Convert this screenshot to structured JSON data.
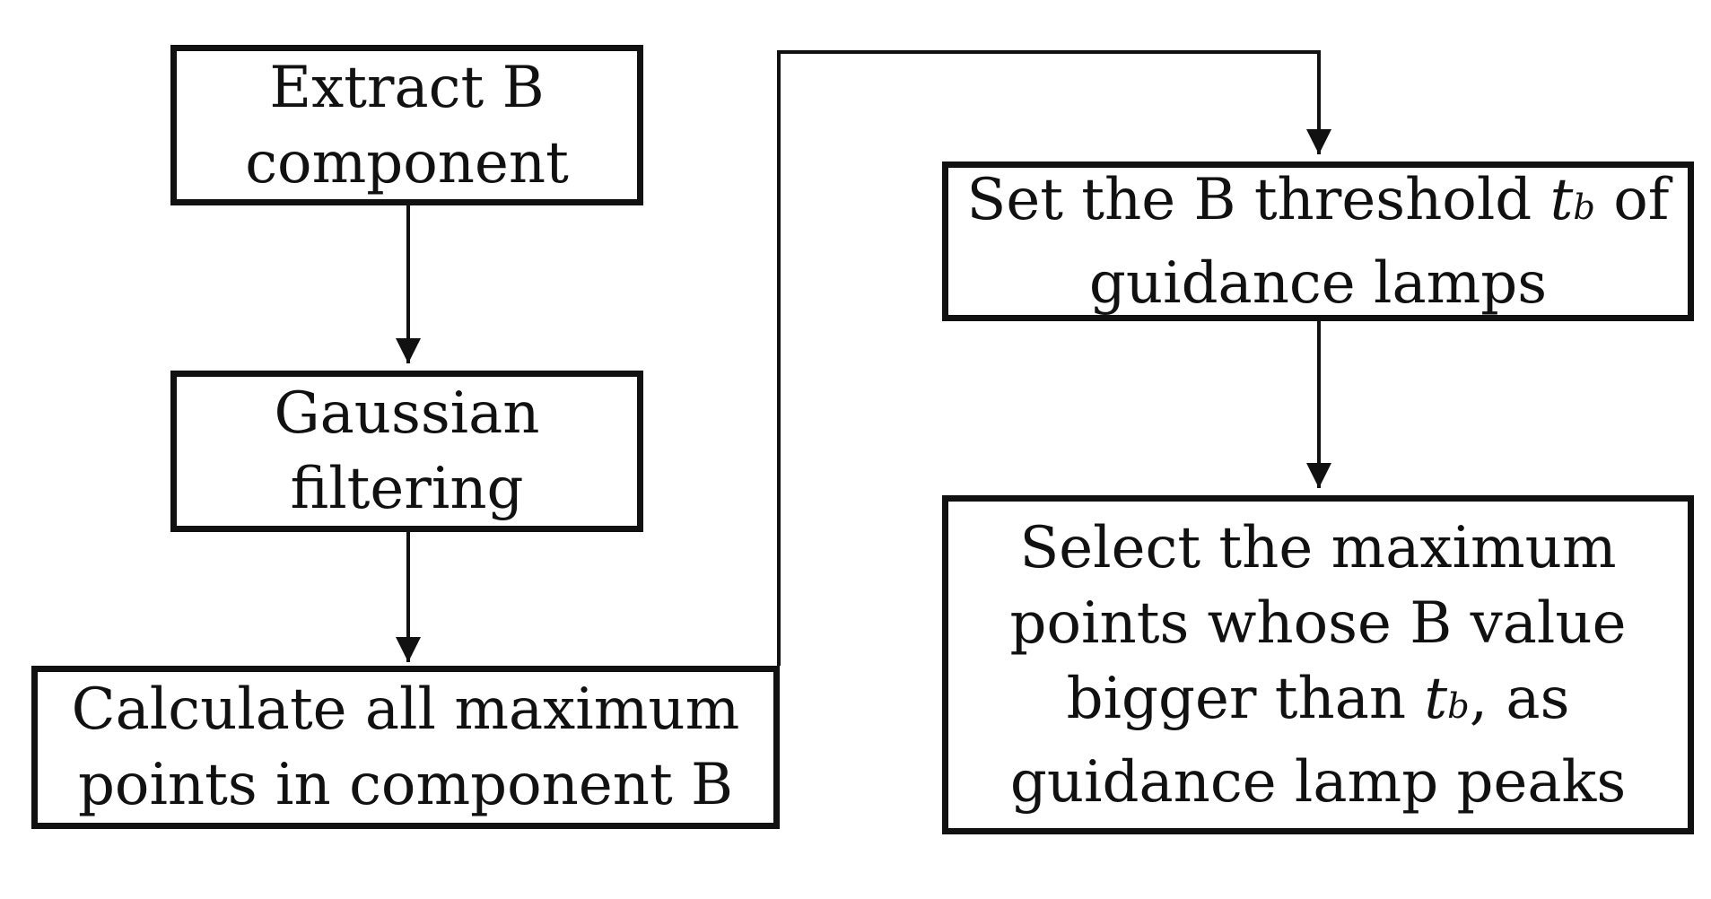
{
  "diagram": {
    "nodes": {
      "extract": {
        "lines": [
          "Extract B",
          "component"
        ]
      },
      "gaussian": {
        "lines": [
          "Gaussian",
          "filtering"
        ]
      },
      "calculate": {
        "lines": [
          "Calculate all maximum",
          "points in component B"
        ]
      },
      "threshold": {
        "line1_before": "Set the B threshold",
        "line1_sym": "t",
        "line1_sub": "b",
        "line1_after": "of",
        "line2": "guidance lamps"
      },
      "select": {
        "line1": "Select the maximum",
        "line2": "points whose B value",
        "line3_before": "bigger than",
        "line3_sym": "t",
        "line3_sub": "b",
        "line3_after": ", as",
        "line4": "guidance lamp peaks"
      }
    },
    "edges": [
      {
        "from": "extract",
        "to": "gaussian"
      },
      {
        "from": "gaussian",
        "to": "calculate"
      },
      {
        "from": "calculate",
        "to": "threshold"
      },
      {
        "from": "threshold",
        "to": "select"
      }
    ],
    "colors": {
      "stroke": "#111111",
      "background": "#ffffff"
    }
  }
}
